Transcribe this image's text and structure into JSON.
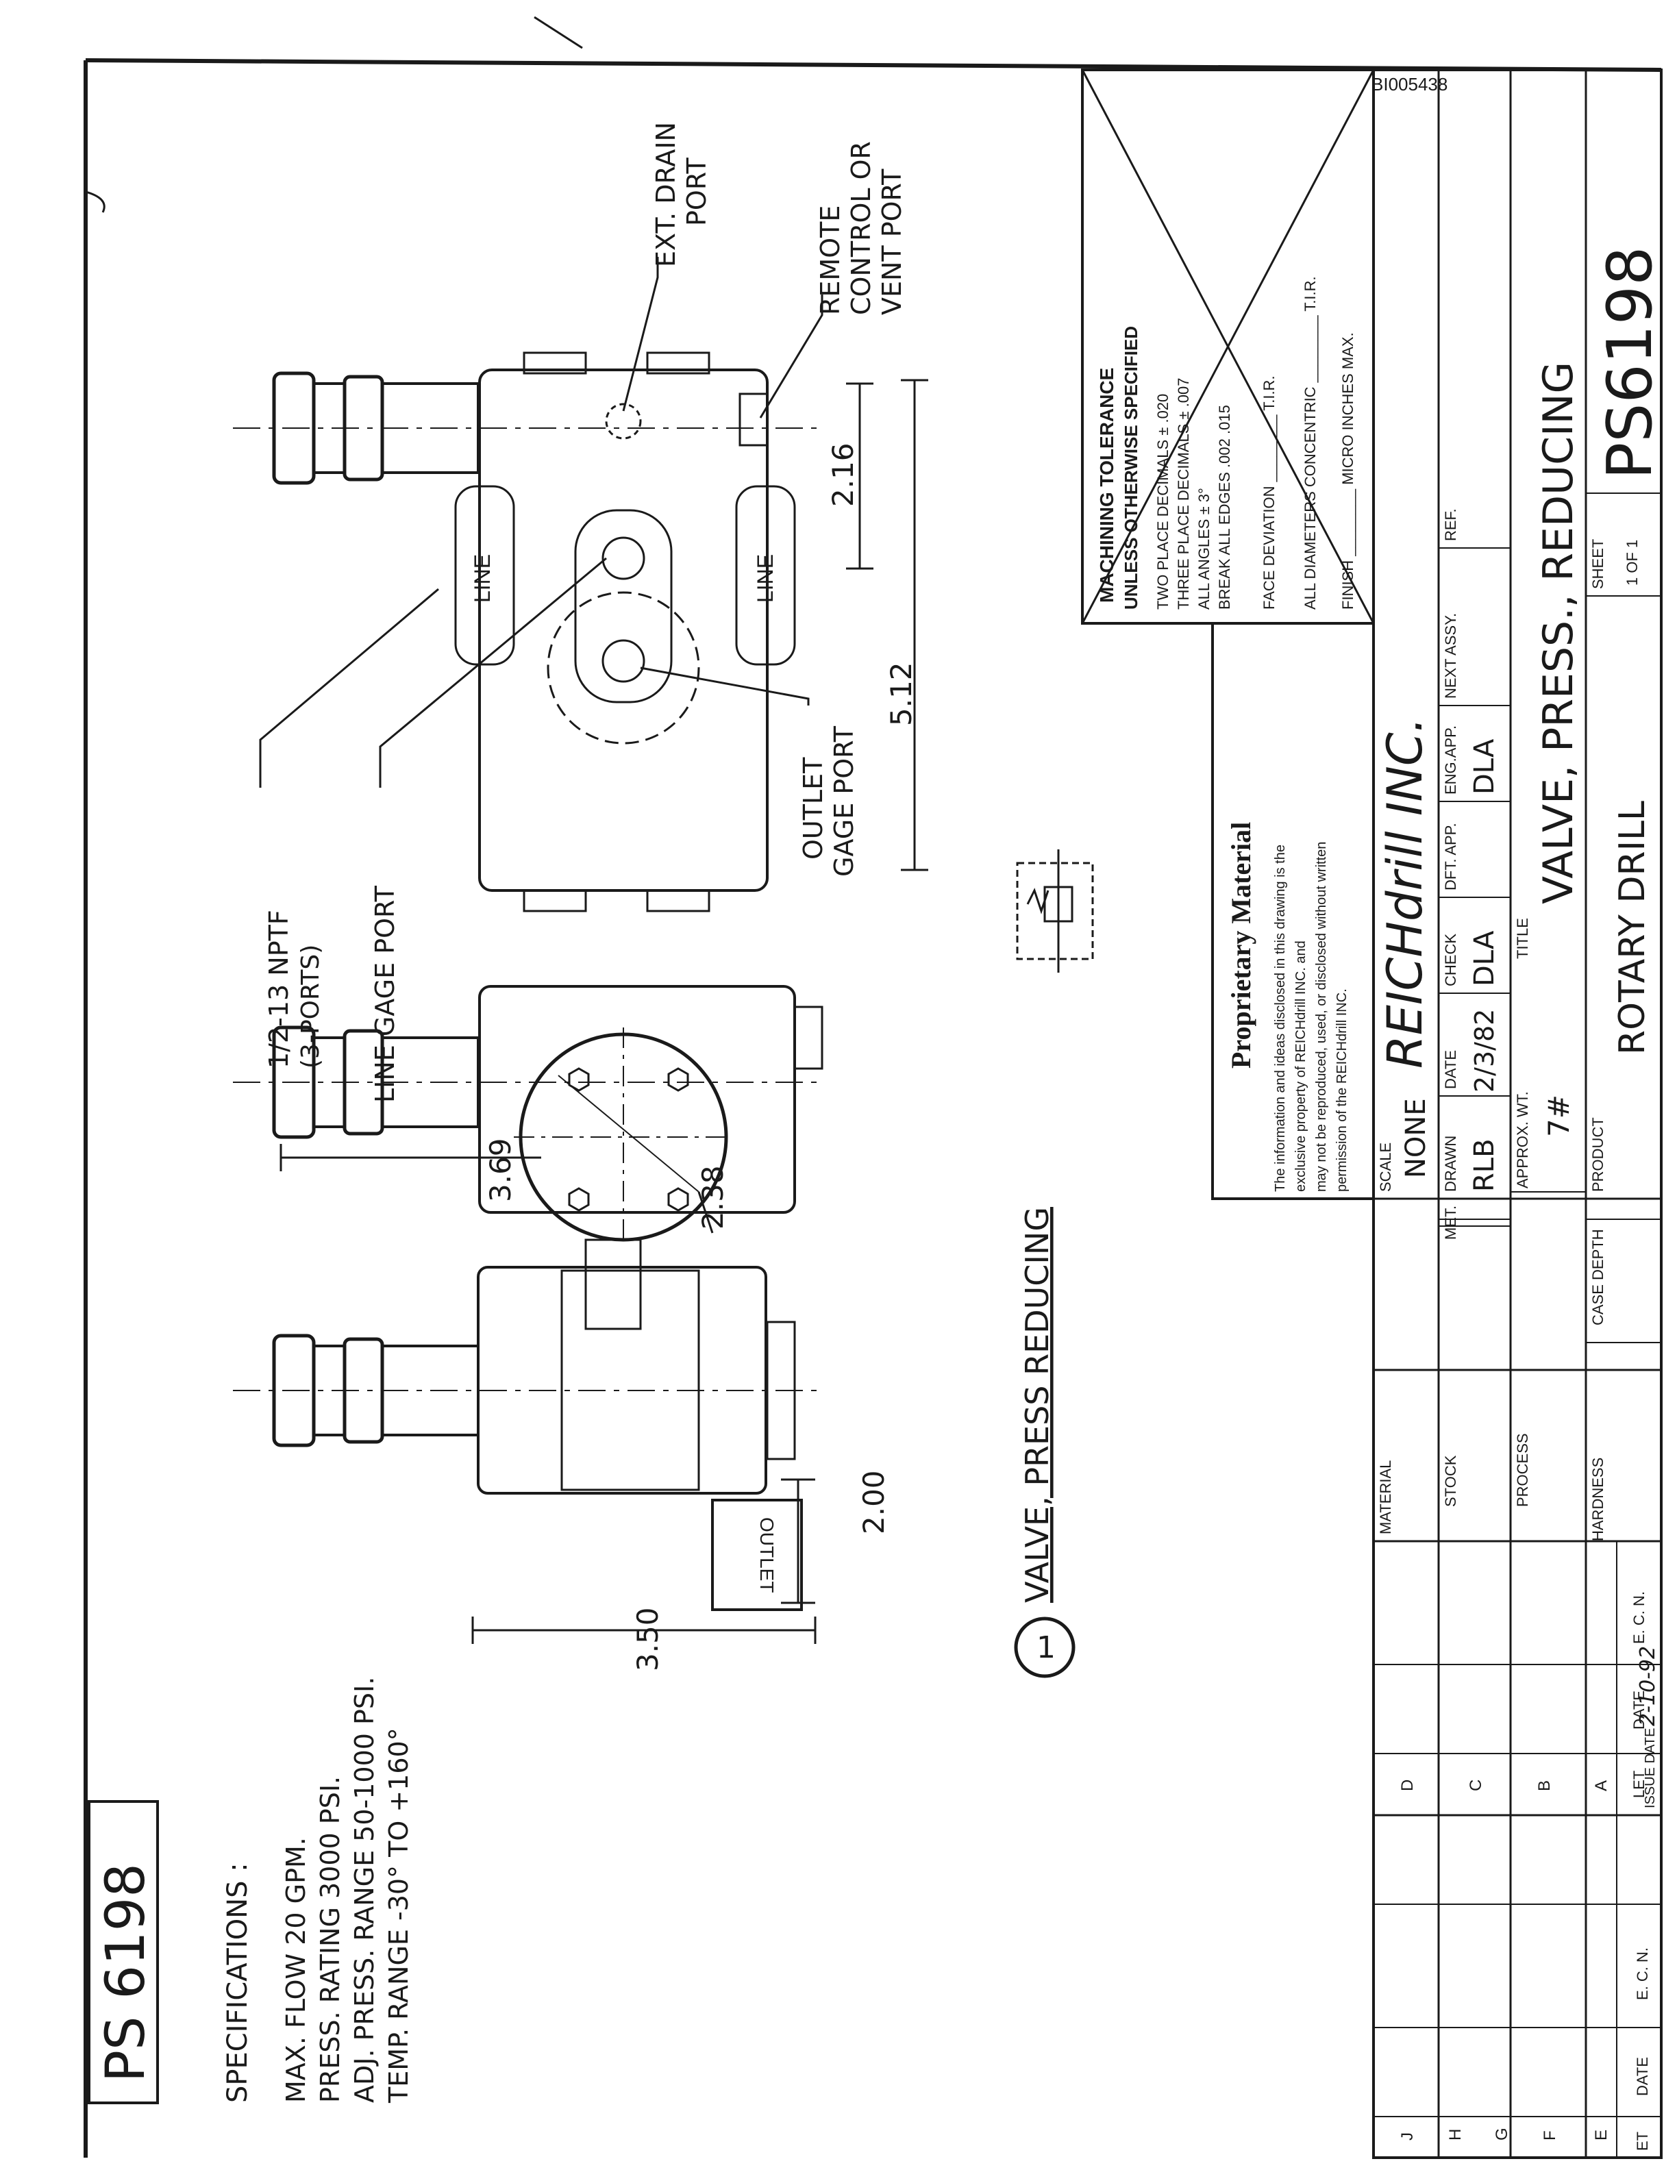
{
  "doc_id": "BI005438",
  "handwritten_part_no": "PS 6198",
  "specifications": {
    "heading": "SPECIFICATIONS :",
    "lines": [
      "MAX. FLOW    20 GPM.",
      "PRESS. RATING   3000 PSI.",
      "ADJ. PRESS. RANGE  50-1000 PSI.",
      "TEMP. RANGE  -30° TO +160°"
    ]
  },
  "views": {
    "side_dims": {
      "height": "3.50",
      "width": "2.00"
    },
    "front_dims": {
      "overall": "3.69",
      "face": "2.38"
    },
    "outlet_label": "OUTLET",
    "top_dims": {
      "port_spacing": "2.16",
      "overall": "5.12"
    },
    "line_label": "LINE",
    "callouts": {
      "ports": "1/2-13 NPTF",
      "ports_count": "(3-PORTS)",
      "line_gage": "LINE GAGE PORT",
      "outlet_gage_1": "OUTLET",
      "outlet_gage_2": "GAGE PORT",
      "ext_drain_1": "EXT. DRAIN",
      "ext_drain_2": "PORT",
      "remote_1": "REMOTE",
      "remote_2": "CONTROL OR",
      "remote_3": "VENT PORT"
    },
    "view_number": "1",
    "view_caption": "VALVE, PRESS REDUCING"
  },
  "tolerance_block": {
    "title_1": "MACHINING TOLERANCE",
    "title_2": "UNLESS OTHERWISE SPECIFIED",
    "lines": [
      "TWO   PLACE DECIMALS ± .020",
      "THREE PLACE DECIMALS ± .007",
      "ALL ANGLES ± 3°",
      "BREAK ALL EDGES .002  .015",
      "FACE DEVIATION ________ T.I.R.",
      "ALL DIAMETERS CONCENTRIC ________ T.I.R.",
      "FINISH ________ MICRO INCHES MAX."
    ]
  },
  "proprietary": {
    "heading": "Proprietary  Material",
    "lines": [
      "The information and ideas disclosed in this drawing is the",
      "exclusive property of REICHdrill INC.        and",
      "may not be reproduced, used, or disclosed without written",
      "permission of the REICHdrill INC."
    ]
  },
  "title_block": {
    "company": "REICHdrill INC.",
    "scale_label": "SCALE",
    "scale": "NONE",
    "drawn_label": "DRAWN",
    "drawn": "RLB",
    "date_label": "DATE",
    "date": "2/3/82",
    "check_label": "CHECK",
    "check": "DLA",
    "dft_app_label": "DFT. APP.",
    "eng_app_label": "ENG.APP.",
    "eng_app": "DLA",
    "next_assy_label": "NEXT ASSY.",
    "ref_label": "REF.",
    "approx_wt_label": "APPROX. WT.",
    "approx_wt": "7#",
    "title_label": "TITLE",
    "title": "VALVE, PRESS., REDUCING",
    "product_label": "PRODUCT",
    "product": "ROTARY DRILL",
    "sheet_label": "SHEET",
    "sheet": "1 OF 1",
    "drawing_no": "PS6198",
    "material_label": "MATERIAL",
    "stock_label": "STOCK",
    "met_label": "MET.",
    "process_label": "PROCESS",
    "hardness_label": "HARDNESS",
    "case_depth_label": "CASE DEPTH"
  },
  "revision_block": {
    "letters_right": [
      "D",
      "C",
      "B",
      "A"
    ],
    "letters_left": [
      "J",
      "H",
      "G",
      "F",
      "E"
    ],
    "let_label": "LET",
    "date_label": "DATE",
    "ecn_label": "E. C. N.",
    "issue_date_label": "ISSUE DATE",
    "issue_date": "2-10-92",
    "left_date_label": "DATE",
    "left_ecn_label": "E. C. N.",
    "left_let_label": "ET"
  }
}
